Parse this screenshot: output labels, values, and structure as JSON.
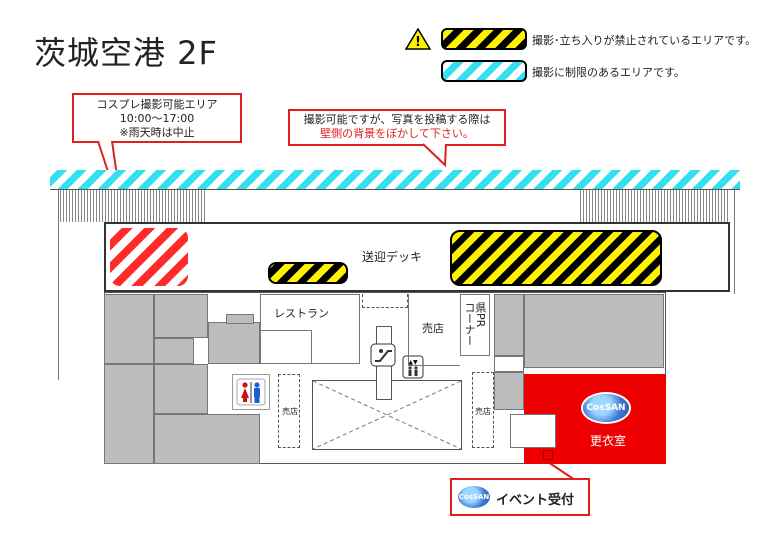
{
  "title": "茨城空港 2F",
  "legend": {
    "prohibited": "撮影･立ち入りが禁止されているエリアです。",
    "restricted": "撮影に制限のあるエリアです。",
    "warning_icon_symbol": "!"
  },
  "callouts": {
    "cosplay_line1": "コスプレ撮影可能エリア",
    "cosplay_line2": "10:00〜17:00",
    "cosplay_line3": "※雨天時は中止",
    "note_line1": "撮影可能ですが、写真を投稿する際は",
    "note_line2": "壁側の背景をぼかして下さい。"
  },
  "areas": {
    "deck": "送迎デッキ",
    "restaurant": "レストラン",
    "shop": "売店",
    "small_shop": "売店",
    "pr_corner_col1": "コーナー",
    "pr_corner_col2": "県PR",
    "changing_room": "更衣室",
    "event_reception": "イベント受付",
    "logo_text": "CosSAN"
  },
  "colors": {
    "red": "#e02020",
    "changing_room": "#ee0000",
    "cyan": "#33e0f0",
    "yellow": "#fff200",
    "gray": "#bdbdbd"
  }
}
